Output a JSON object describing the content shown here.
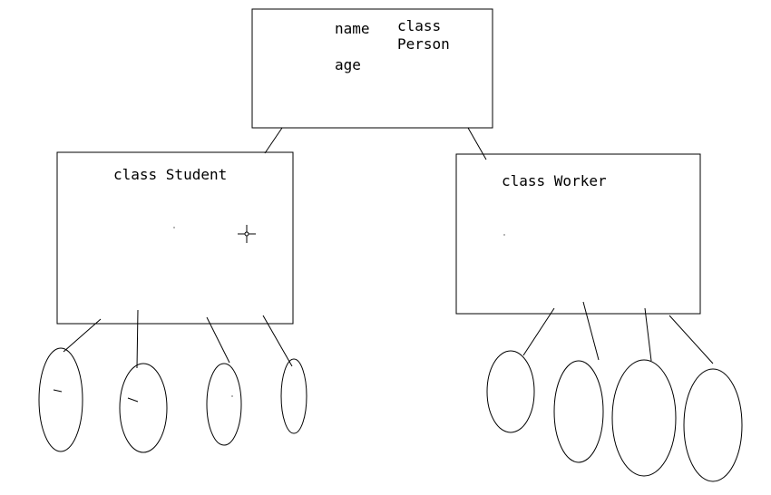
{
  "person": {
    "label_class": "class",
    "label_name": "Person",
    "field_name": "name",
    "field_age": "age"
  },
  "student": {
    "label": "class Student"
  },
  "worker": {
    "label": "class Worker"
  },
  "colors": {
    "stroke": "#000000",
    "background": "#ffffff"
  }
}
